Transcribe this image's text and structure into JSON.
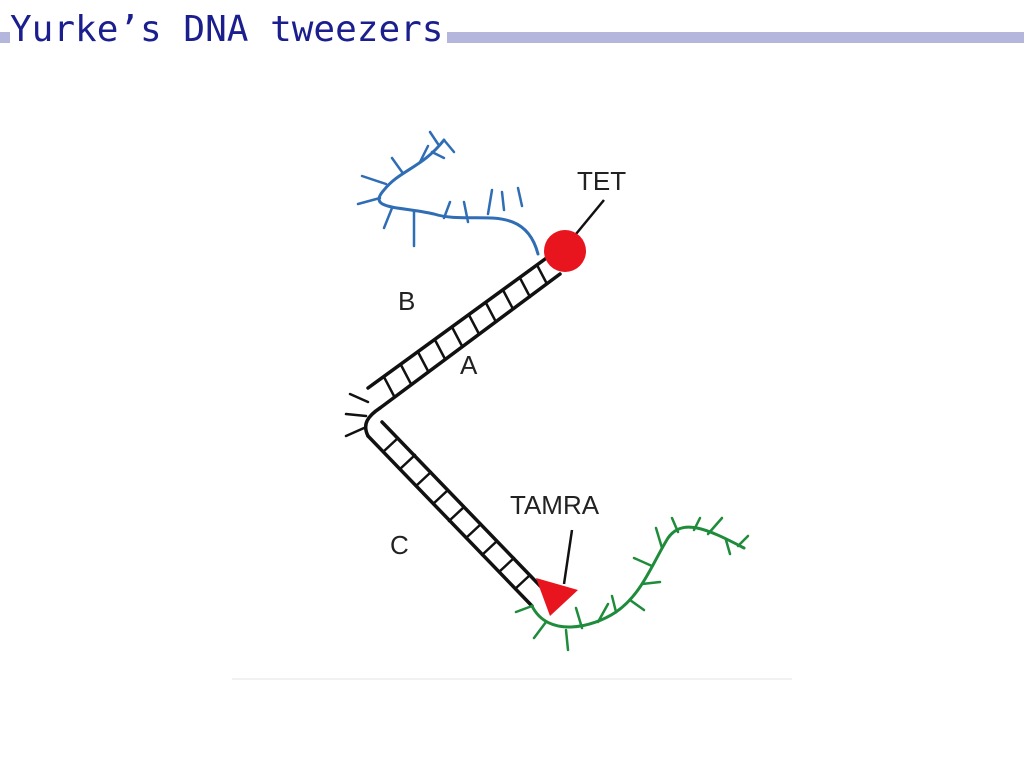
{
  "slide": {
    "title": "Yurke’s DNA tweezers"
  },
  "diagram": {
    "labels": {
      "tet": "TET",
      "tamra": "TAMRA",
      "strand_a": "A",
      "strand_b": "B",
      "strand_c": "C"
    },
    "colors": {
      "title_text": "#1b1f8e",
      "title_rule": "#b4b6dc",
      "tet_marker": "#e8141e",
      "tamra_marker": "#e8141e",
      "strand_b_overhang": "#2f6db5",
      "strand_c_overhang": "#1e8c3a",
      "backbone": "#111111"
    },
    "icons": {
      "tet": "red-circle",
      "tamra": "red-triangle"
    }
  }
}
